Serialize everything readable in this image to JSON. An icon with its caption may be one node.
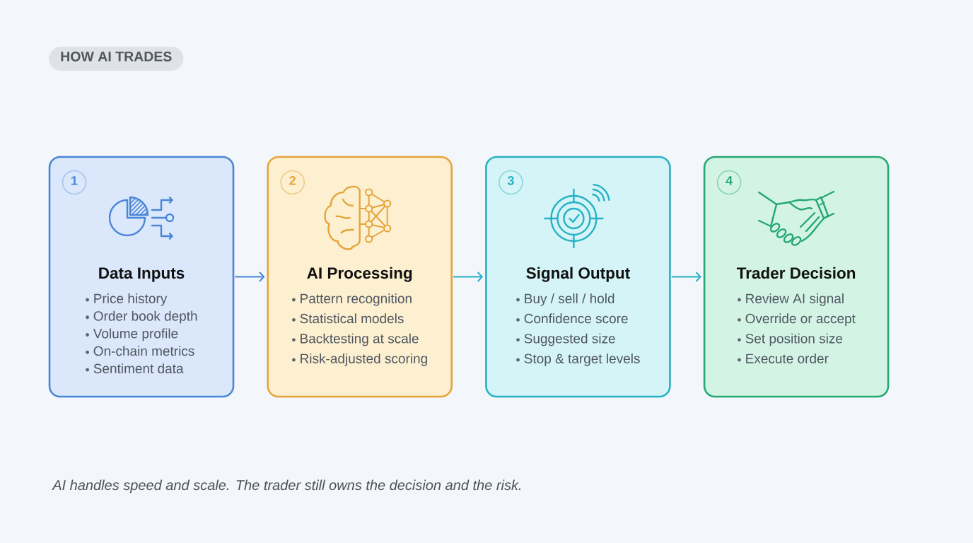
{
  "diagram": {
    "title": "HOW AI TRADES",
    "caption": "AI handles speed and scale. The trader still owns the decision and the risk.",
    "nodes": [
      {
        "text": [
          "Data Inputs",
          "Price history",
          "Order book depth",
          "Volume profile",
          "On-chain metrics",
          "Sentiment data"
        ]
      },
      {
        "text": [
          "1"
        ],
        "in": 0
      },
      {
        "text": [
          "AI Processing",
          "Pattern recognition",
          "Statistical models",
          "Backtesting at scale",
          "Risk-adjusted scoring"
        ]
      },
      {
        "text": [
          "2"
        ],
        "in": 2
      },
      {
        "text": [
          "Signal Output",
          "Buy / sell / hold",
          "Confidence score",
          "Suggested size",
          "Stop & target levels"
        ]
      },
      {
        "text": [
          "3"
        ],
        "in": 4
      },
      {
        "text": [
          "Trader Decision",
          "Review AI signal",
          "Override or accept",
          "Set position size",
          "Execute order"
        ]
      },
      {
        "text": [
          "4"
        ],
        "in": 6
      }
    ],
    "edges": [
      {
        "from": 0,
        "to": 2,
        "arrow": "to",
        "color": "#4a86d6"
      },
      {
        "from": 2,
        "to": 4,
        "arrow": "to"
      },
      {
        "from": 4,
        "to": 6,
        "arrow": "to"
      }
    ]
  }
}
